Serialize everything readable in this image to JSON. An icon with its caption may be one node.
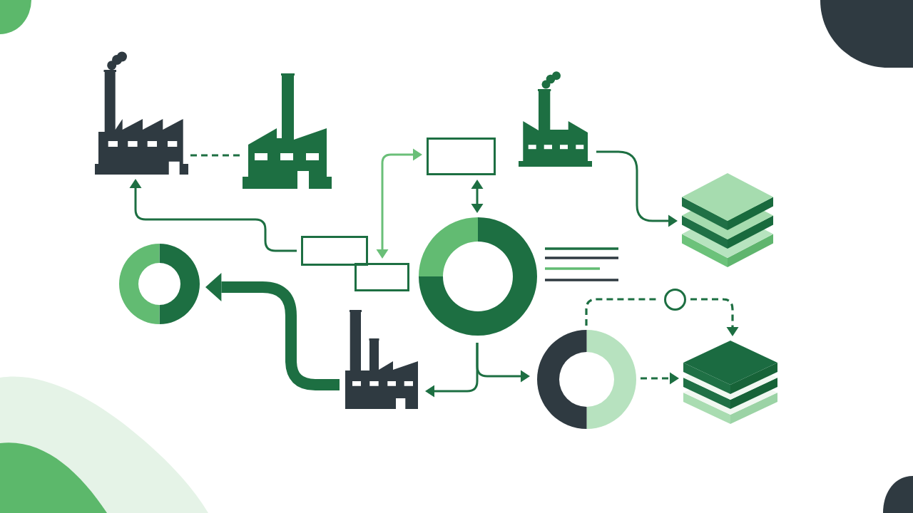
{
  "diagram": {
    "nodes": [
      {
        "text": [],
        "shape": "picture"
      },
      {
        "text": [],
        "shape": "picture"
      },
      {
        "text": [],
        "shape": "box"
      },
      {
        "text": [],
        "shape": "picture"
      },
      {
        "text": [],
        "shape": "picture"
      },
      {
        "text": [],
        "shape": "box"
      },
      {
        "text": [],
        "shape": "box"
      },
      {
        "text": [],
        "shape": "ring"
      },
      {
        "text": [],
        "shape": "ring"
      },
      {
        "text": [],
        "shape": "circle"
      },
      {
        "text": [],
        "shape": "picture"
      },
      {
        "text": [],
        "shape": "ring"
      },
      {
        "text": [],
        "shape": "picture"
      }
    ],
    "edges": [
      {
        "from": 0,
        "to": 1,
        "arrow": "none",
        "style": "dashed"
      },
      {
        "from": 5,
        "to": 0,
        "arrow": "to"
      },
      {
        "from": 2,
        "to": 6,
        "arrow": "both",
        "color": "#6abf78"
      },
      {
        "from": 2,
        "to": 7,
        "arrow": "both"
      },
      {
        "from": 3,
        "to": 4,
        "arrow": "to"
      },
      {
        "from": 10,
        "to": 8,
        "arrow": "to",
        "style": "thick"
      },
      {
        "from": 7,
        "to": 10,
        "arrow": "to"
      },
      {
        "from": 7,
        "to": 11,
        "arrow": "to"
      },
      {
        "from": 11,
        "to": 9,
        "arrow": "none",
        "style": "dashed"
      },
      {
        "from": 9,
        "to": 12,
        "arrow": "to",
        "style": "dashed"
      },
      {
        "from": 11,
        "to": 12,
        "arrow": "to",
        "style": "dashed"
      }
    ]
  }
}
